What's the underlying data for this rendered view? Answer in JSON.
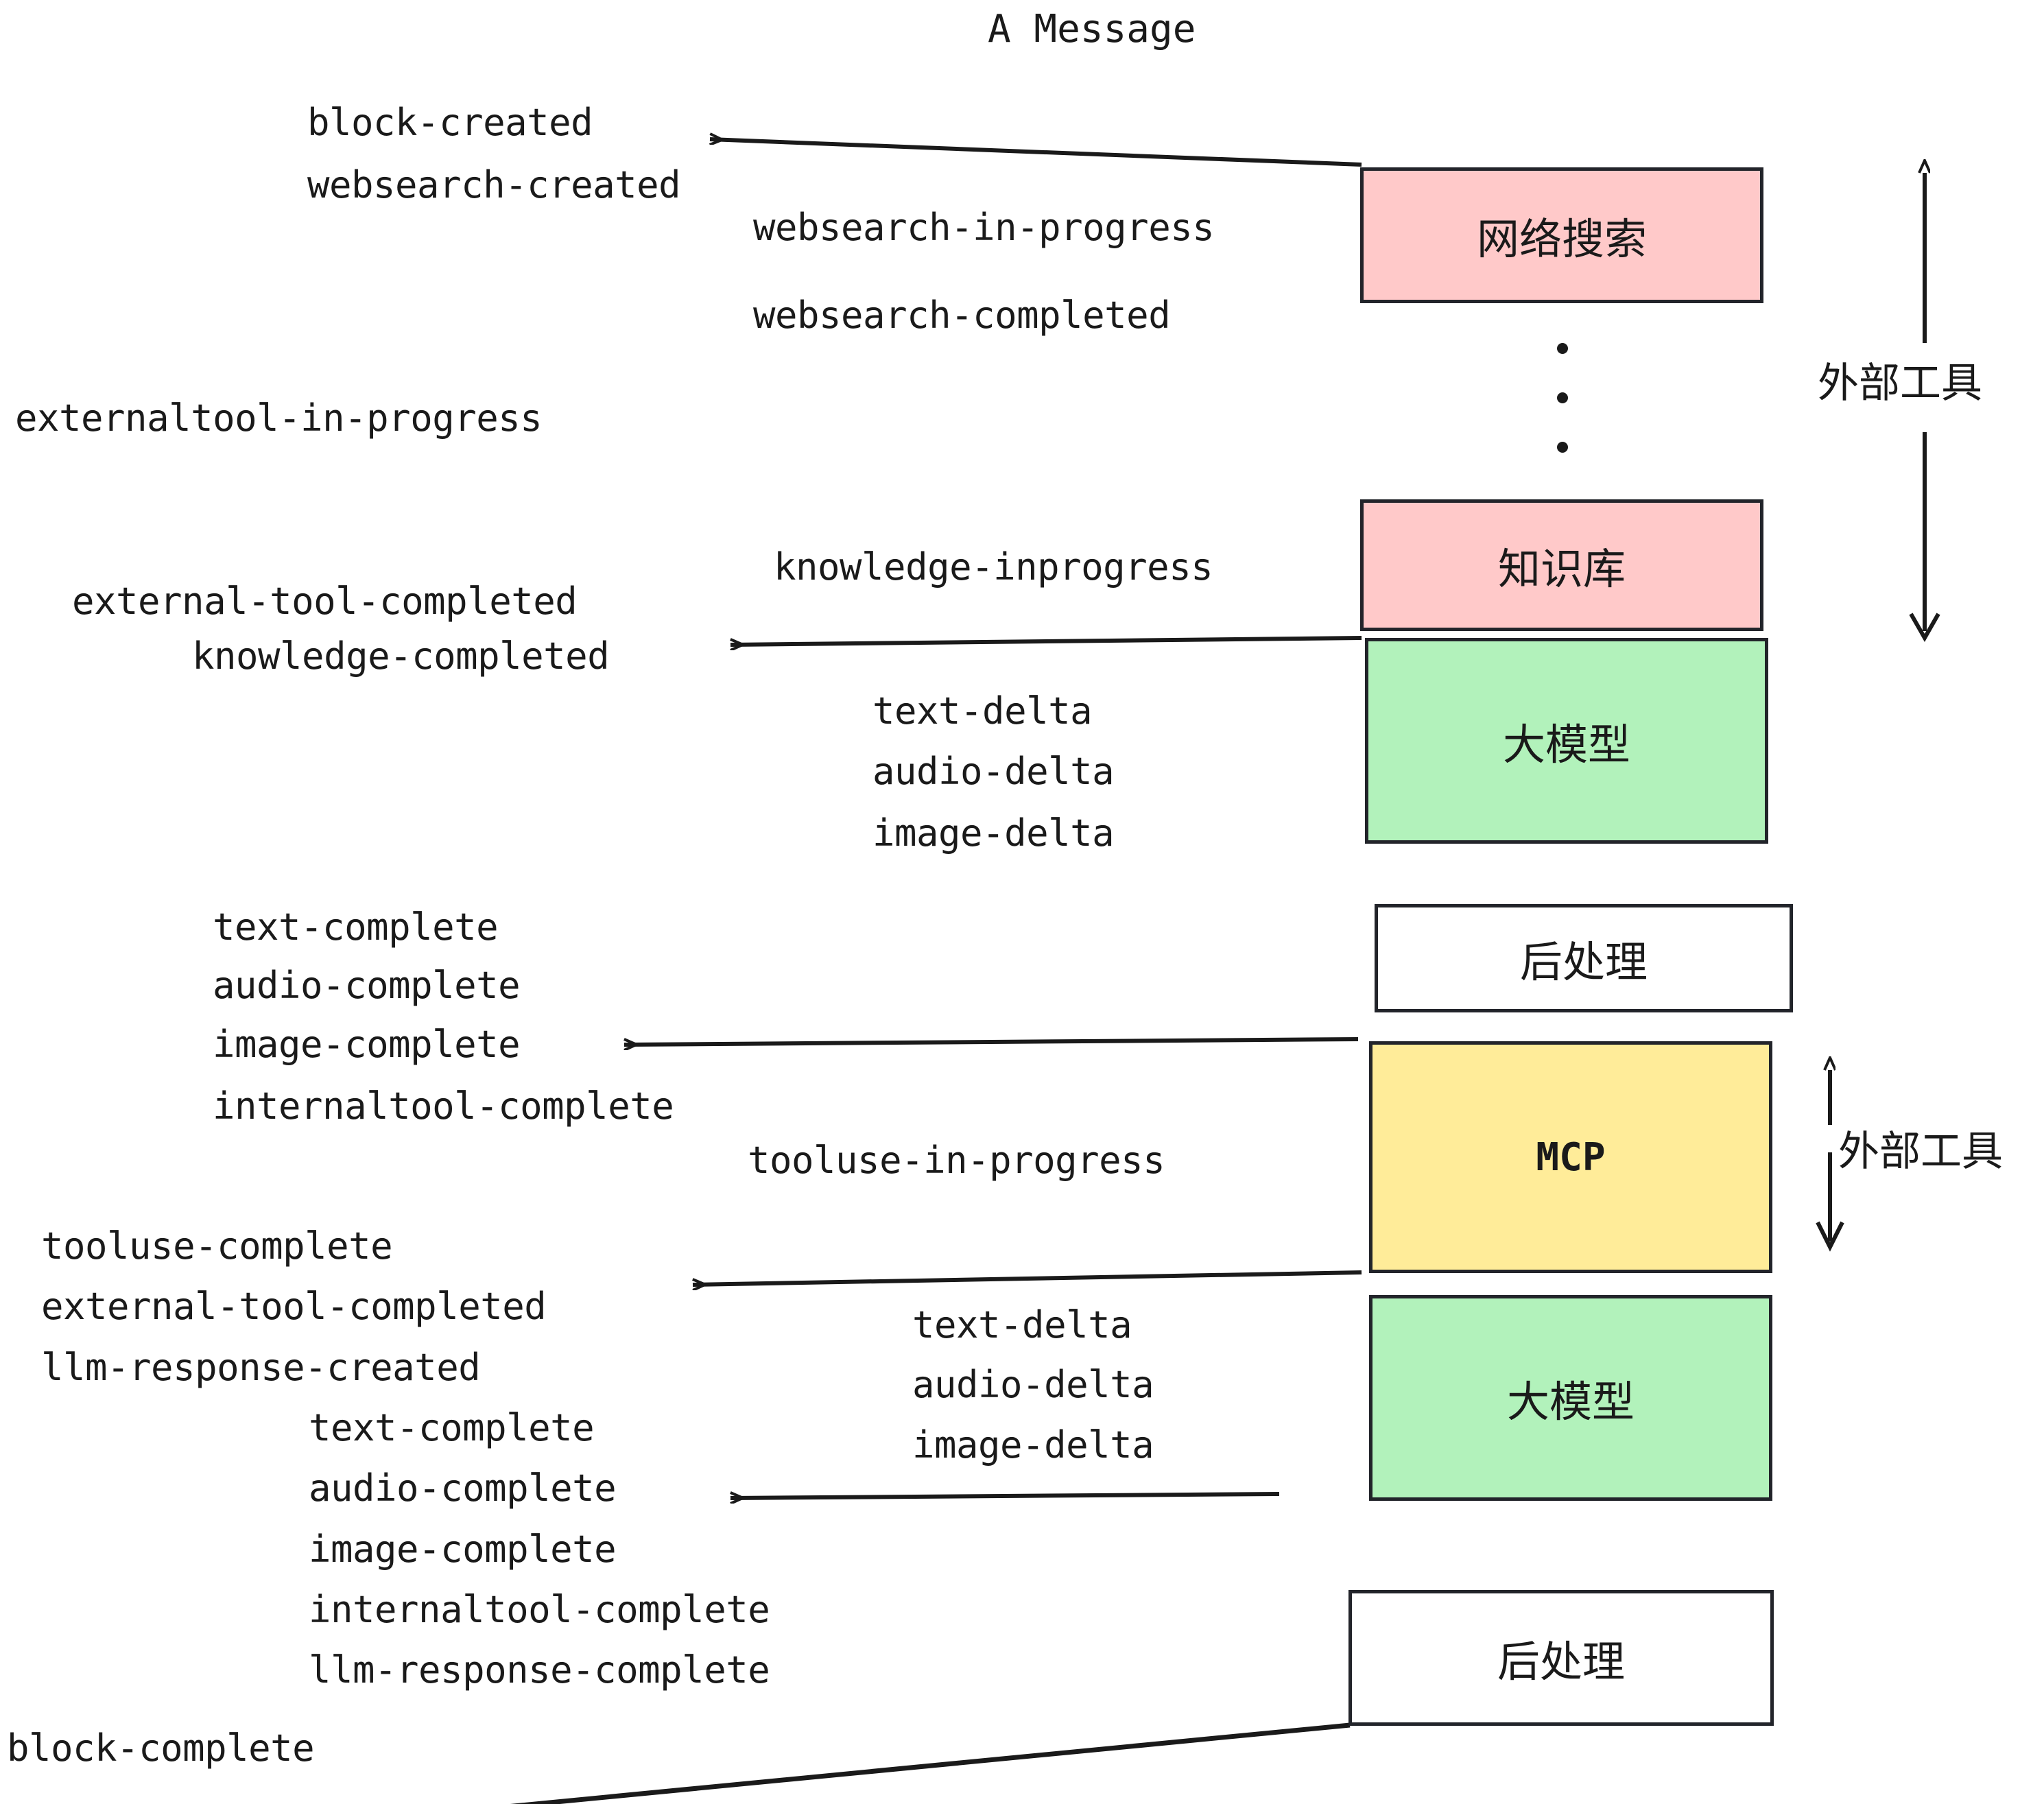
{
  "title": "A Message",
  "colors": {
    "pink": "#ffc9c9",
    "green": "#b2f2bb",
    "yellow": "#ffec99",
    "white": "#ffffff",
    "stroke": "#22242a",
    "text": "#1a1a1a"
  },
  "nodes": [
    {
      "id": "websearch",
      "label": "网络搜索",
      "color": "#ffc9c9"
    },
    {
      "id": "knowledge",
      "label": "知识库",
      "color": "#ffc9c9"
    },
    {
      "id": "llm-1",
      "label": "大模型",
      "color": "#b2f2bb"
    },
    {
      "id": "postprocess-1",
      "label": "后处理",
      "color": "#ffffff"
    },
    {
      "id": "mcp",
      "label": "MCP",
      "color": "#ffec99"
    },
    {
      "id": "llm-2",
      "label": "大模型",
      "color": "#b2f2bb"
    },
    {
      "id": "postprocess-2",
      "label": "后处理",
      "color": "#ffffff"
    }
  ],
  "side_labels": [
    {
      "id": "external-tools-top",
      "label": "外部工具"
    },
    {
      "id": "external-tools-bottom",
      "label": "外部工具"
    }
  ],
  "events": {
    "block_created": "block-created",
    "websearch_created": "websearch-created",
    "websearch_in_progress": "websearch-in-progress",
    "websearch_completed": "websearch-completed",
    "externaltool_in_progress": "externaltool-in-progress",
    "knowledge_inprogress": "knowledge-inprogress",
    "external_tool_completed_1": "external-tool-completed",
    "knowledge_completed": "knowledge-completed",
    "text_delta_1": "text-delta",
    "audio_delta_1": "audio-delta",
    "image_delta_1": "image-delta",
    "text_complete_1": "text-complete",
    "audio_complete_1": "audio-complete",
    "image_complete_1": "image-complete",
    "internaltool_complete_1": "internaltool-complete",
    "tooluse_in_progress": "tooluse-in-progress",
    "tooluse_complete": "tooluse-complete",
    "external_tool_completed_2": "external-tool-completed",
    "llm_response_created": "llm-response-created",
    "text_delta_2": "text-delta",
    "audio_delta_2": "audio-delta",
    "image_delta_2": "image-delta",
    "text_complete_2": "text-complete",
    "audio_complete_2": "audio-complete",
    "image_complete_2": "image-complete",
    "internaltool_complete_2": "internaltool-complete",
    "llm_response_complete": "llm-response-complete",
    "block_complete": "block-complete"
  }
}
